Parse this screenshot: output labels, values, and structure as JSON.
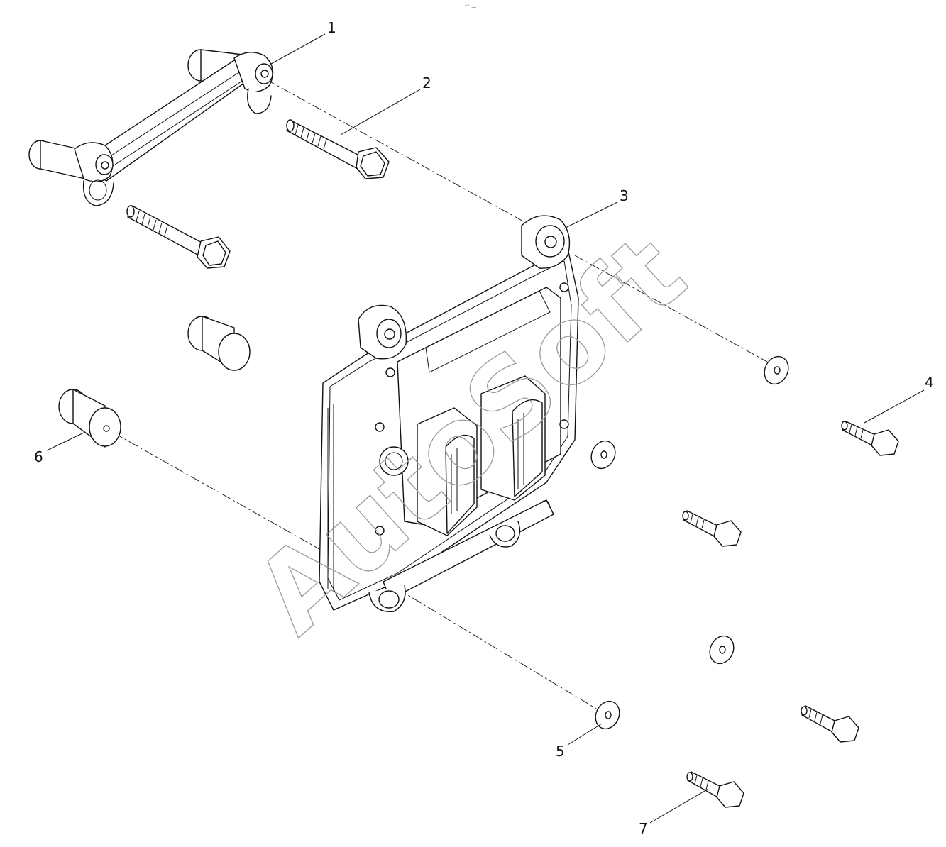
{
  "diagram": {
    "header_mark": "°˜ —",
    "watermark": "AutoSoft",
    "callouts": [
      "1",
      "2",
      "3",
      "4",
      "5",
      "6",
      "7"
    ]
  }
}
